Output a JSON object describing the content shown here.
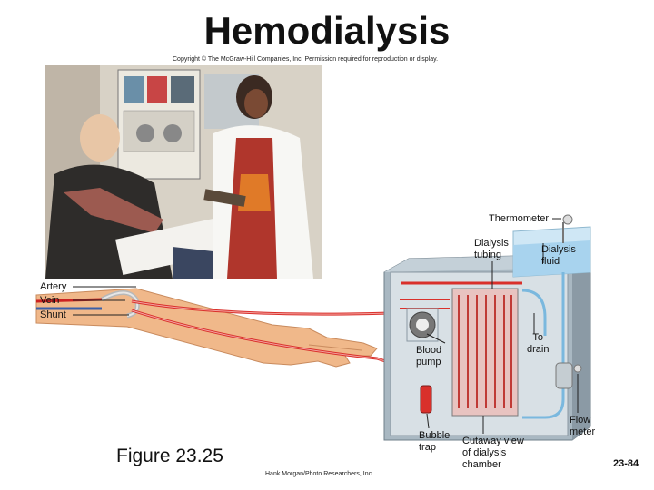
{
  "title": "Hemodialysis",
  "copyright": "Copyright © The McGraw-Hill Companies, Inc. Permission required for reproduction or display.",
  "photo_credit": "Hank Morgan/Photo Researchers, Inc.",
  "figure_label": "Figure 23.25",
  "page_number": "23-84",
  "labels": {
    "thermometer": "Thermometer",
    "dialysis_tubing": [
      "Dialysis",
      "tubing"
    ],
    "dialysis_fluid": [
      "Dialysis",
      "fluid"
    ],
    "artery": "Artery",
    "vein": "Vein",
    "shunt": "Shunt",
    "to_drain": [
      "To",
      "drain"
    ],
    "blood_pump": [
      "Blood",
      "pump"
    ],
    "bubble_trap": [
      "Bubble",
      "trap"
    ],
    "cutaway": [
      "Cutaway view",
      "of dialysis",
      "chamber"
    ],
    "flow_meter": [
      "Flow",
      "meter"
    ]
  },
  "colors": {
    "blood": "#d9302b",
    "fluid": "#7ab8de",
    "machine": "#a9b8c2",
    "skin": "#f0b88a"
  }
}
